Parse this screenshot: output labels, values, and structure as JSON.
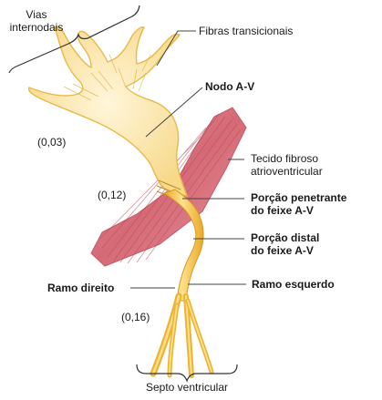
{
  "labels": {
    "vias_internodais": [
      "Vias",
      "internodais"
    ],
    "fibras_transicionais": "Fibras transicionais",
    "nodo_av": "Nodo A-V",
    "tecido_fibroso": [
      "Tecido fibroso",
      "atrioventricular"
    ],
    "porcao_penetrante": [
      "Porção penetrante",
      "do feixe A-V"
    ],
    "porcao_distal": [
      "Porção distal",
      "do feixe A-V"
    ],
    "ramo_esquerdo": "Ramo esquerdo",
    "ramo_direito": "Ramo direito",
    "septo_ventricular": "Septo ventricular",
    "val_003": "(0,03)",
    "val_012": "(0,12)",
    "val_016": "(0,16)"
  },
  "colors": {
    "node_fill": "#fbe7b0",
    "node_stroke": "#e8b94a",
    "bundle_fill": "#f3c23b",
    "bundle_highlight": "#fde89a",
    "fibrous_tissue": "#d9727d",
    "fibrous_stripe": "#b84a57",
    "leader_line": "#444444"
  },
  "icons": [
    "fibrous-tissue-band",
    "av-node-shape",
    "bundle-branches"
  ]
}
